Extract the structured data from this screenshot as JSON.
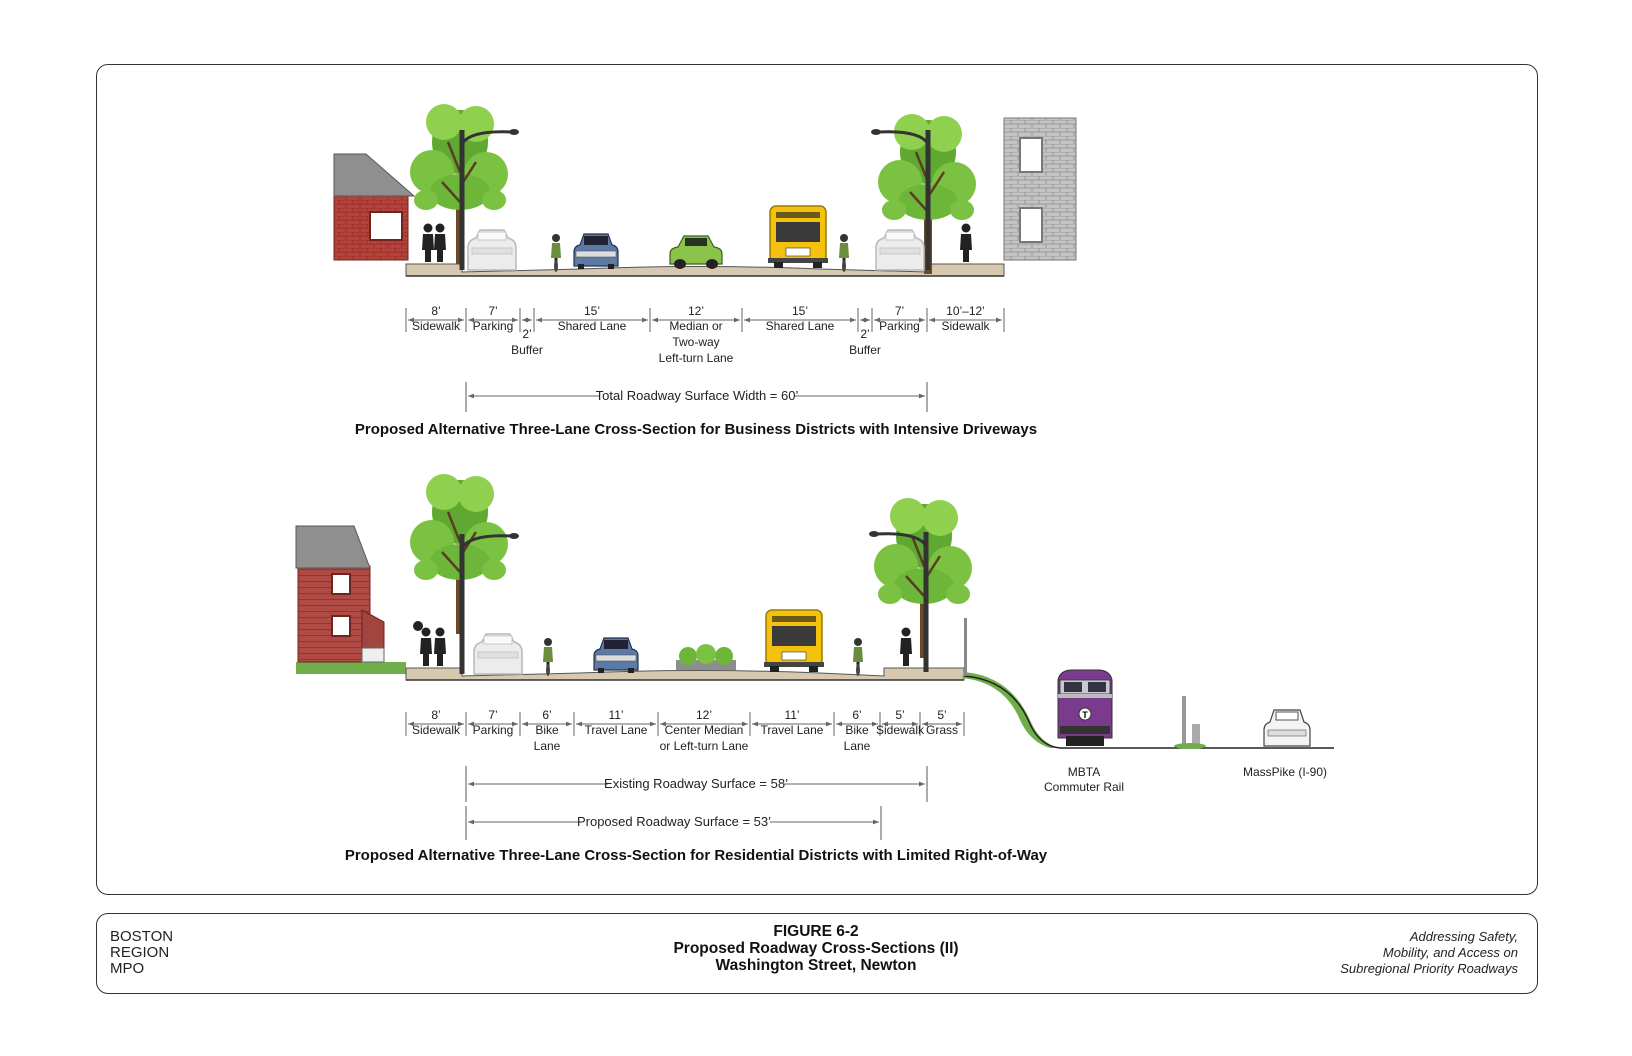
{
  "section1": {
    "title": "Proposed Alternative Three-Lane Cross-Section for Business Districts with Intensive Driveways",
    "total": "Total Roadway Surface Width = 60’",
    "segments": [
      {
        "width": "8’",
        "label": [
          "Sidewalk"
        ]
      },
      {
        "width": "7’",
        "label": [
          "Parking"
        ]
      },
      {
        "width": "2’",
        "label": [
          "Buffer"
        ]
      },
      {
        "width": "15’",
        "label": [
          "Shared Lane"
        ]
      },
      {
        "width": "12’",
        "label": [
          "Median or",
          "Two-way",
          "Left-turn Lane"
        ]
      },
      {
        "width": "15’",
        "label": [
          "Shared Lane"
        ]
      },
      {
        "width": "2’",
        "label": [
          "Buffer"
        ]
      },
      {
        "width": "7’",
        "label": [
          "Parking"
        ]
      },
      {
        "width": "10’–12’",
        "label": [
          "Sidewalk"
        ]
      }
    ]
  },
  "section2": {
    "title": "Proposed Alternative Three-Lane Cross-Section for Residential Districts with Limited Right-of-Way",
    "existing": "Existing Roadway Surface = 58’",
    "proposed": "Proposed Roadway Surface = 53’",
    "segments": [
      {
        "width": "8’",
        "label": [
          "Sidewalk"
        ]
      },
      {
        "width": "7’",
        "label": [
          "Parking"
        ]
      },
      {
        "width": "6’",
        "label": [
          "Bike",
          "Lane"
        ]
      },
      {
        "width": "11’",
        "label": [
          "Travel Lane"
        ]
      },
      {
        "width": "12’",
        "label": [
          "Center Median",
          "or Left-turn Lane"
        ]
      },
      {
        "width": "11’",
        "label": [
          "Travel Lane"
        ]
      },
      {
        "width": "6’",
        "label": [
          "Bike",
          "Lane"
        ]
      },
      {
        "width": "5’",
        "label": [
          "Sidewalk"
        ]
      },
      {
        "width": "5’",
        "label": [
          "Grass"
        ]
      }
    ],
    "rail_label": [
      "MBTA",
      "Commuter Rail"
    ],
    "pike_label": "MassPike (I-90)"
  },
  "footer": {
    "left": [
      "BOSTON",
      "REGION",
      "MPO"
    ],
    "figure": "FIGURE 6-2",
    "subtitle": "Proposed Roadway Cross-Sections (II)",
    "location": "Washington Street, Newton",
    "right": [
      "Addressing Safety,",
      "Mobility, and Access on",
      "Subregional Priority Roadways"
    ]
  },
  "colors": {
    "tree": "#7cc242",
    "bus": "#f4c20d",
    "brick": "#b5423a",
    "train": "#7a3b8f",
    "pavement": "#d6c9b0"
  }
}
